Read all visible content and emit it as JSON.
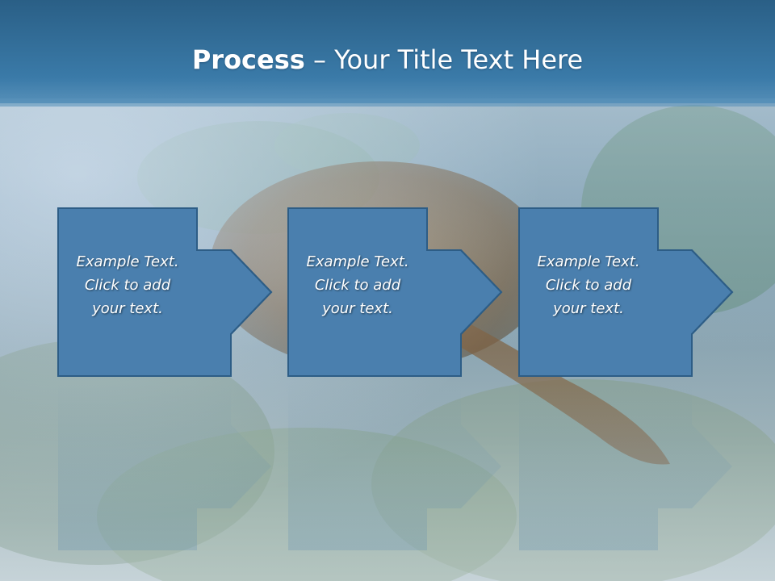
{
  "slide": {
    "title_bold": "Process",
    "title_rest": " – Your Title Text Here",
    "steps": [
      {
        "line1": "Example Text.",
        "line2": "Click  to add",
        "line3": "your text."
      },
      {
        "line1": "Example Text.",
        "line2": "Click  to add",
        "line3": "your text."
      },
      {
        "line1": "Example Text.",
        "line2": "Click  to add",
        "line3": "your text."
      }
    ]
  },
  "colors": {
    "title_bar": "#2f6f9c",
    "box_fill": "#4a7fae",
    "box_border": "#2d5d86",
    "water_light": "#b9cedb"
  },
  "icons": [
    "right-arrow-icon"
  ]
}
